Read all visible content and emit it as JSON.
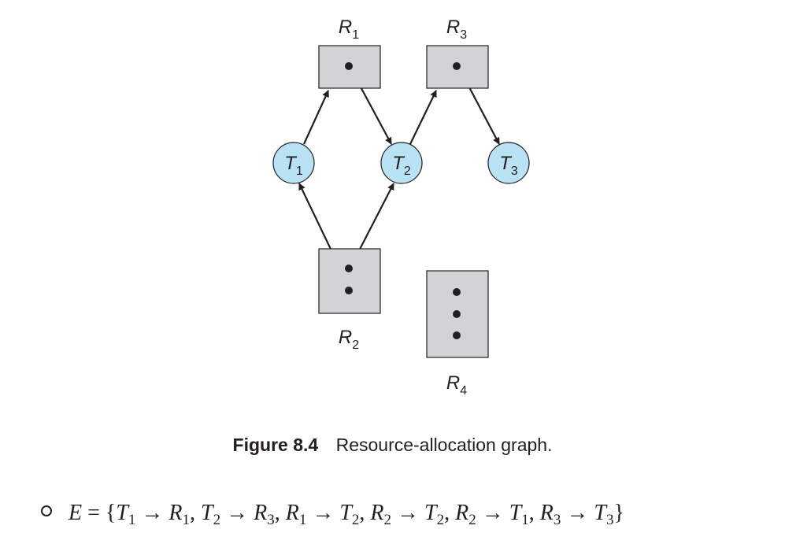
{
  "diagram": {
    "resources": [
      {
        "id": "R1",
        "name": "R",
        "sub": "1",
        "instances": 1
      },
      {
        "id": "R2",
        "name": "R",
        "sub": "2",
        "instances": 2
      },
      {
        "id": "R3",
        "name": "R",
        "sub": "3",
        "instances": 1
      },
      {
        "id": "R4",
        "name": "R",
        "sub": "4",
        "instances": 3
      }
    ],
    "threads": [
      {
        "id": "T1",
        "name": "T",
        "sub": "1"
      },
      {
        "id": "T2",
        "name": "T",
        "sub": "2"
      },
      {
        "id": "T3",
        "name": "T",
        "sub": "3"
      }
    ],
    "edges": [
      {
        "from": "T1",
        "to": "R1",
        "kind": "request"
      },
      {
        "from": "R1",
        "to": "T2",
        "kind": "assignment"
      },
      {
        "from": "T2",
        "to": "R3",
        "kind": "request"
      },
      {
        "from": "R3",
        "to": "T3",
        "kind": "assignment"
      },
      {
        "from": "R2",
        "to": "T1",
        "kind": "assignment"
      },
      {
        "from": "R2",
        "to": "T2",
        "kind": "assignment"
      }
    ],
    "colors": {
      "resource_fill": "#d1d3d4",
      "thread_fill": "#b9e2f5",
      "stroke": "#231f20"
    }
  },
  "caption": {
    "figure_number": "Figure 8.4",
    "text": "Resource-allocation graph."
  },
  "edge_set": {
    "prefix": "E = {",
    "items": [
      "T1 → R1",
      "T2 → R3",
      "R1 → T2",
      "R2 → T2",
      "R2 → T1",
      "R3 → T3"
    ],
    "suffix": "}"
  }
}
